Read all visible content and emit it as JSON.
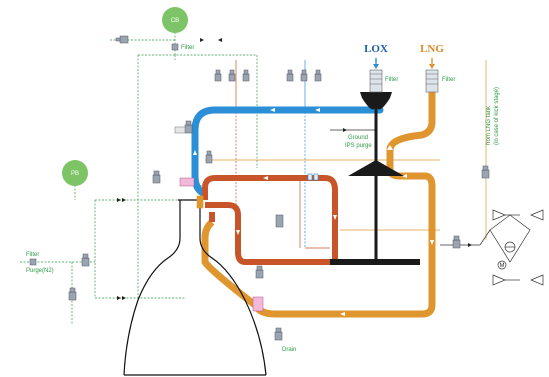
{
  "labels": {
    "lox": "LOX",
    "lng": "LNG",
    "filter_lox": "Filter",
    "filter_lng": "Filter",
    "filter_top": "Filter",
    "filter_left": "Filter",
    "purge_n2": "Purge(N2)",
    "ground_ips_purge_line1": "Ground",
    "ground_ips_purge_line2": "IPS purge",
    "from_lng_tank_line1": "from LNG tank",
    "from_lng_tank_line2": "(in case of kick stage)",
    "drain": "Drain",
    "cb": "CB",
    "pb": "PB",
    "m_symbol": "M"
  },
  "colors": {
    "lox_line": "#2a8fd6",
    "lng_line": "#e0962f",
    "hot_gas_line": "#c8552a",
    "shaft": "#1a1a1a",
    "gas_line": "#2e9a46",
    "bottle_fill": "#7cc465",
    "label_green": "#2e9a46",
    "lox_label": "#1f5ea8",
    "lng_label": "#d98a2a"
  },
  "icons": [
    "valve-icon",
    "filter-icon",
    "check-valve-icon",
    "igniter-icon",
    "turbopump-icon",
    "gas-bottle-icon",
    "arrow-icon",
    "thruster-icon",
    "motor-icon"
  ]
}
